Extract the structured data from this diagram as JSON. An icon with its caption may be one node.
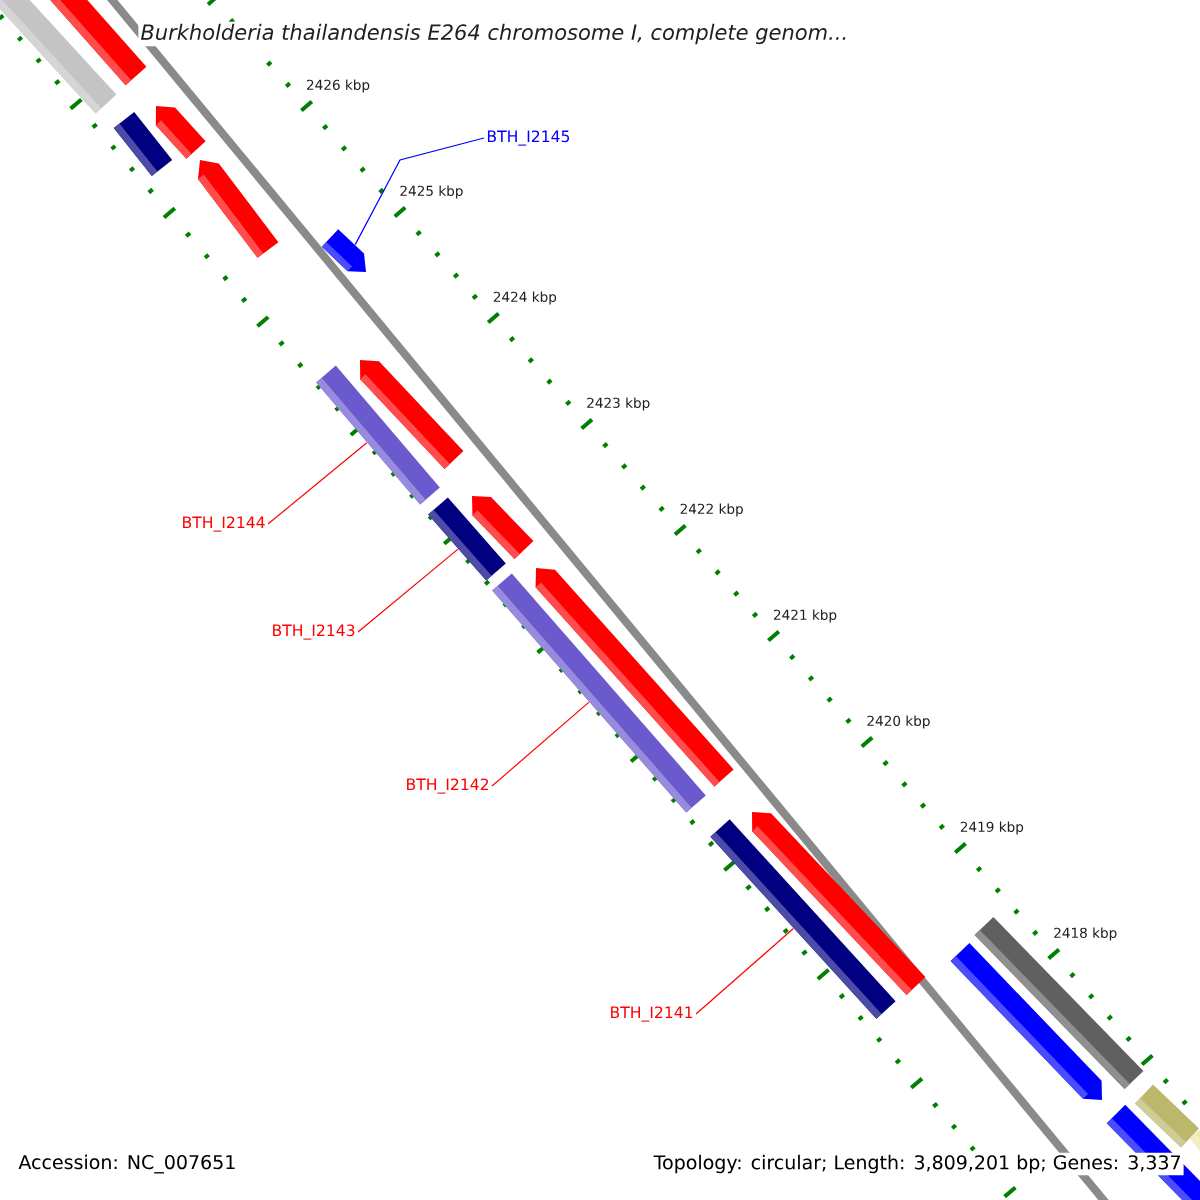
{
  "diagram": {
    "title": "*Burkholderia thailandensis* E264 chromosome I, complete genom...",
    "nodes": [
      {
        "text": [
          "BTH_I2145"
        ]
      },
      {
        "text": [
          "BTH_I2144"
        ]
      },
      {
        "text": [
          "BTH_I2143"
        ]
      },
      {
        "text": [
          "BTH_I2142"
        ]
      },
      {
        "text": [
          "BTH_I2141"
        ]
      },
      {
        "text": [],
        "shape": "arrow"
      },
      {
        "text": [],
        "shape": "bar"
      },
      {
        "text": [],
        "shape": "bar"
      },
      {
        "text": [],
        "shape": "bar"
      },
      {
        "text": [],
        "shape": "bar"
      }
    ],
    "edges": [
      {
        "from": 0,
        "to": 5,
        "arrow": "none",
        "color": "#0000ff"
      },
      {
        "from": 1,
        "to": 6,
        "arrow": "none"
      },
      {
        "from": 2,
        "to": 7,
        "arrow": "none"
      },
      {
        "from": 3,
        "to": 8,
        "arrow": "none"
      },
      {
        "from": 4,
        "to": 9,
        "arrow": "none"
      }
    ],
    "labels": [
      "2426 kbp",
      "2425 kbp",
      "2424 kbp",
      "2423 kbp",
      "2422 kbp",
      "2421 kbp",
      "2420 kbp",
      "2419 kbp",
      "2418 kbp",
      "Accession: NC_007651",
      "Topology: circular; Length: 3,809,201 bp; Genes: 3,337"
    ]
  }
}
